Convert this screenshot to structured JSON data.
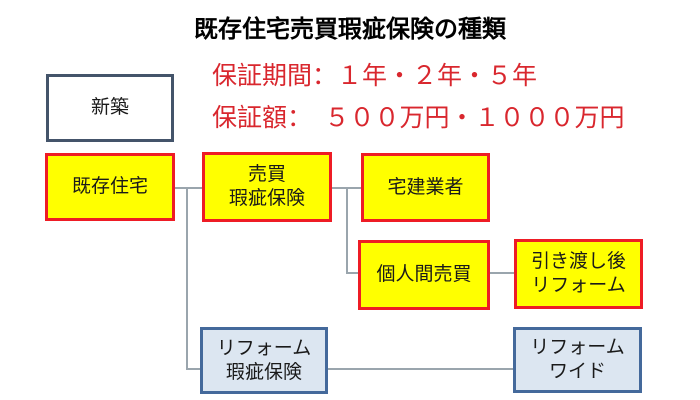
{
  "title": "既存住宅売買瑕疵保険の種類",
  "annotations": {
    "warranty_period": "保証期間：１年・２年・５年",
    "warranty_amount": "保証額：　５００万円・１０００万円"
  },
  "nodes": {
    "shinchiku": {
      "label": "新築",
      "style": "white box, dark slate border"
    },
    "kison_jutaku": {
      "label": "既存住宅",
      "style": "yellow box, red border"
    },
    "baibai_kashi_hoken": {
      "label": "売買\n瑕疵保険",
      "style": "yellow box, red border"
    },
    "takken_gyosha": {
      "label": "宅建業者",
      "style": "yellow box, red border"
    },
    "kojinkan_baibai": {
      "label": "個人間売買",
      "style": "yellow box, red border"
    },
    "hikiwatashigo_reform": {
      "label": "引き渡し後\nリフォーム",
      "style": "yellow box, red border"
    },
    "reform_kashi_hoken": {
      "label": "リフォーム\n瑕疵保険",
      "style": "light blue box, blue border"
    },
    "reform_wide": {
      "label": "リフォーム\nワイド",
      "style": "light blue box, blue border"
    }
  },
  "edges": [
    {
      "from": "kison_jutaku",
      "to": "baibai_kashi_hoken"
    },
    {
      "from": "kison_jutaku",
      "to": "reform_kashi_hoken"
    },
    {
      "from": "baibai_kashi_hoken",
      "to": "takken_gyosha"
    },
    {
      "from": "baibai_kashi_hoken",
      "to": "kojinkan_baibai"
    },
    {
      "from": "kojinkan_baibai",
      "to": "hikiwatashigo_reform"
    },
    {
      "from": "reform_kashi_hoken",
      "to": "reform_wide"
    }
  ],
  "colors": {
    "yellow_fill": "#ffff00",
    "red_border": "#ee1c25",
    "blue_fill": "#dce6f1",
    "blue_border": "#44699b",
    "neutral_border": "#44546a",
    "connector": "#9aa5ad",
    "red_text": "#d9272e",
    "title_text": "#000000",
    "background": "#ffffff"
  }
}
